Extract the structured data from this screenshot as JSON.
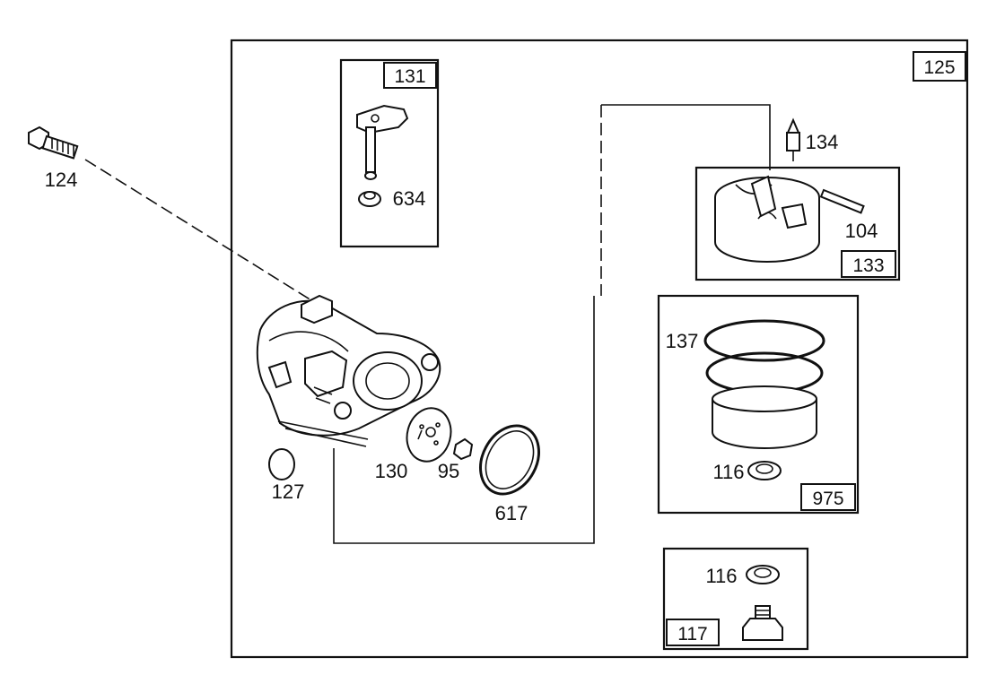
{
  "parts": {
    "p124": "124",
    "p125": "125",
    "p131": "131",
    "p634": "634",
    "p134": "134",
    "p104": "104",
    "p133": "133",
    "p137": "137",
    "p116a": "116",
    "p975": "975",
    "p127": "127",
    "p130": "130",
    "p95": "95",
    "p617": "617",
    "p116b": "116",
    "p117": "117"
  },
  "icons": {
    "screw": "screw-icon",
    "carburetor": "carburetor-icon",
    "choke_lever": "choke-lever-icon",
    "float": "float-icon",
    "bowl": "bowl-icon",
    "plug": "plug-icon"
  }
}
